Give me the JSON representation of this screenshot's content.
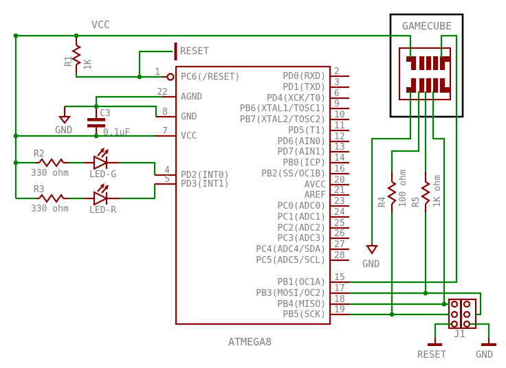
{
  "colors": {
    "wire": "#008000",
    "symbol": "#8b0000",
    "text": "#7f7f7f",
    "frame": "#000000",
    "background": "#ffffff"
  },
  "net_flags": {
    "vcc": "VCC",
    "reset_top": "RESET",
    "gnd_left": "GND",
    "gnd_mid": "GND",
    "reset_bottom": "RESET",
    "gnd_bottom": "GND"
  },
  "components": {
    "r1": {
      "ref": "R1",
      "value": "1K"
    },
    "r2": {
      "ref": "R2",
      "value": "330 ohm"
    },
    "r3": {
      "ref": "R3",
      "value": "330 ohm"
    },
    "r4": {
      "ref": "R4",
      "value": "100 ohm"
    },
    "r5": {
      "ref": "R5",
      "value": "1K ohm"
    },
    "c3": {
      "ref": "C3",
      "value": "0.1uF"
    },
    "led_g": {
      "ref": "LED-G"
    },
    "led_r": {
      "ref": "LED-R"
    },
    "j1": {
      "ref": "J1"
    },
    "gamecube": {
      "label": "GAMECUBE"
    },
    "ic": {
      "label": "ATMEGA8"
    }
  },
  "ic_pins": {
    "left": [
      {
        "num": "1",
        "label": "PC6(/RESET)"
      },
      {
        "num": "22",
        "label": "AGND"
      },
      {
        "num": "8",
        "label": "GND"
      },
      {
        "num": "7",
        "label": "VCC"
      },
      {
        "num": "4",
        "label": "PD2(INT0)"
      },
      {
        "num": "5",
        "label": "PD3(INT1)"
      }
    ],
    "right": [
      {
        "num": "2",
        "label": "PD0(RXD)"
      },
      {
        "num": "3",
        "label": "PD1(TXD)"
      },
      {
        "num": "6",
        "label": "PD4(XCK/T0)"
      },
      {
        "num": "9",
        "label": "PB6(XTAL1/TOSC1)"
      },
      {
        "num": "10",
        "label": "PB7(XTAL2/TOSC2)"
      },
      {
        "num": "11",
        "label": "PD5(T1)"
      },
      {
        "num": "12",
        "label": "PD6(AIN0)"
      },
      {
        "num": "13",
        "label": "PD7(AIN1)"
      },
      {
        "num": "14",
        "label": "PB0(ICP)"
      },
      {
        "num": "16",
        "label": "PB2(SS/OC1B)"
      },
      {
        "num": "20",
        "label": "AVCC"
      },
      {
        "num": "21",
        "label": "AREF"
      },
      {
        "num": "23",
        "label": "PC0(ADC0)"
      },
      {
        "num": "24",
        "label": "PC1(ADC1)"
      },
      {
        "num": "25",
        "label": "PC2(ADC2)"
      },
      {
        "num": "26",
        "label": "PC3(ADC3)"
      },
      {
        "num": "27",
        "label": "PC4(ADC4/SDA)"
      },
      {
        "num": "28",
        "label": "PC5(ADC5/SCL)"
      },
      {
        "num": "15",
        "label": "PB1(OC1A)"
      },
      {
        "num": "17",
        "label": "PB3(MOSI/OC2)"
      },
      {
        "num": "18",
        "label": "PB4(MISO)"
      },
      {
        "num": "19",
        "label": "PB5(SCK)"
      }
    ]
  }
}
